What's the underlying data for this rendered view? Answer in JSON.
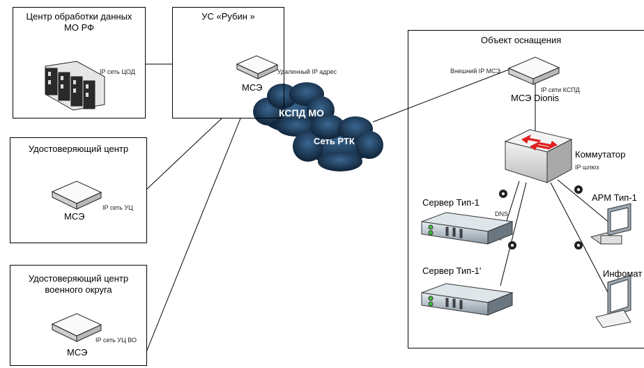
{
  "diagram": {
    "dc_box": {
      "title_line1": "Центр обработки данных",
      "title_line2": "МО РФ",
      "ip_label": "IP сеть ЦОД"
    },
    "rubin_box": {
      "title": "УС «Рубин »",
      "device_label": "МСЭ",
      "ip_label": "Удаленный IP адрес"
    },
    "uc_box": {
      "title": "Удостоверяющий центр",
      "device_label": "МСЭ",
      "ip_label": "IP сеть УЦ"
    },
    "ucvo_box": {
      "title_line1": "Удостоверяющий центр",
      "title_line2": "военного округа",
      "device_label": "МСЭ",
      "ip_label": "IP сеть УЦ ВО"
    },
    "clouds": {
      "kspd": "КСПД МО",
      "rtk": "Сеть РТК"
    },
    "object_box": {
      "title": "Объект оснащения",
      "firewall_label": "МСЭ Dionis",
      "external_ip": "Внешний IP МСЭ",
      "kspd_ip": "IP сети КСПД",
      "switch_label": "Коммутатор",
      "gateway_label": "IP шлюз",
      "server1_label": "Сервер Тип-1",
      "dns_label": "DNS",
      "server2_label": "Сервер Тип-1'",
      "arm_label": "АРМ Тип-1",
      "infomat_label": "Инфомат"
    }
  },
  "colors": {
    "cloud": "#1e3a55",
    "cloud_text": "#ffffff",
    "switch_arrow": "#e02020"
  }
}
